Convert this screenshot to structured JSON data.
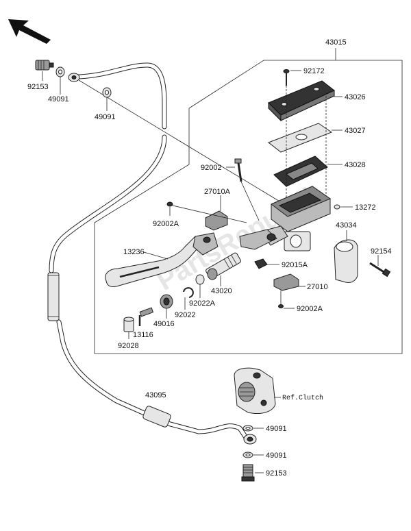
{
  "labels": {
    "p43015": "43015",
    "p92172": "92172",
    "p43026": "43026",
    "p43027": "43027",
    "p43028": "43028",
    "p92002": "92002",
    "p27010A": "27010A",
    "p13272": "13272",
    "p43034": "43034",
    "p92002A_top": "92002A",
    "p13236": "13236",
    "p92154": "92154",
    "p92015A": "92015A",
    "p27010": "27010",
    "p43020": "43020",
    "p92022A": "92022A",
    "p92022": "92022",
    "p49016": "49016",
    "p13116": "13116",
    "p92028": "92028",
    "p92002A_bottom": "92002A",
    "p92153_top": "92153",
    "p49091_top_left": "49091",
    "p49091_top_mid": "49091",
    "p43095": "43095",
    "ref_clutch": "Ref.Clutch",
    "p49091_bottom_1": "49091",
    "p49091_bottom_2": "49091",
    "p92153_bottom": "92153"
  },
  "watermark": "PartsRepublik",
  "icons": {
    "direction": "front-direction-arrow-icon"
  }
}
